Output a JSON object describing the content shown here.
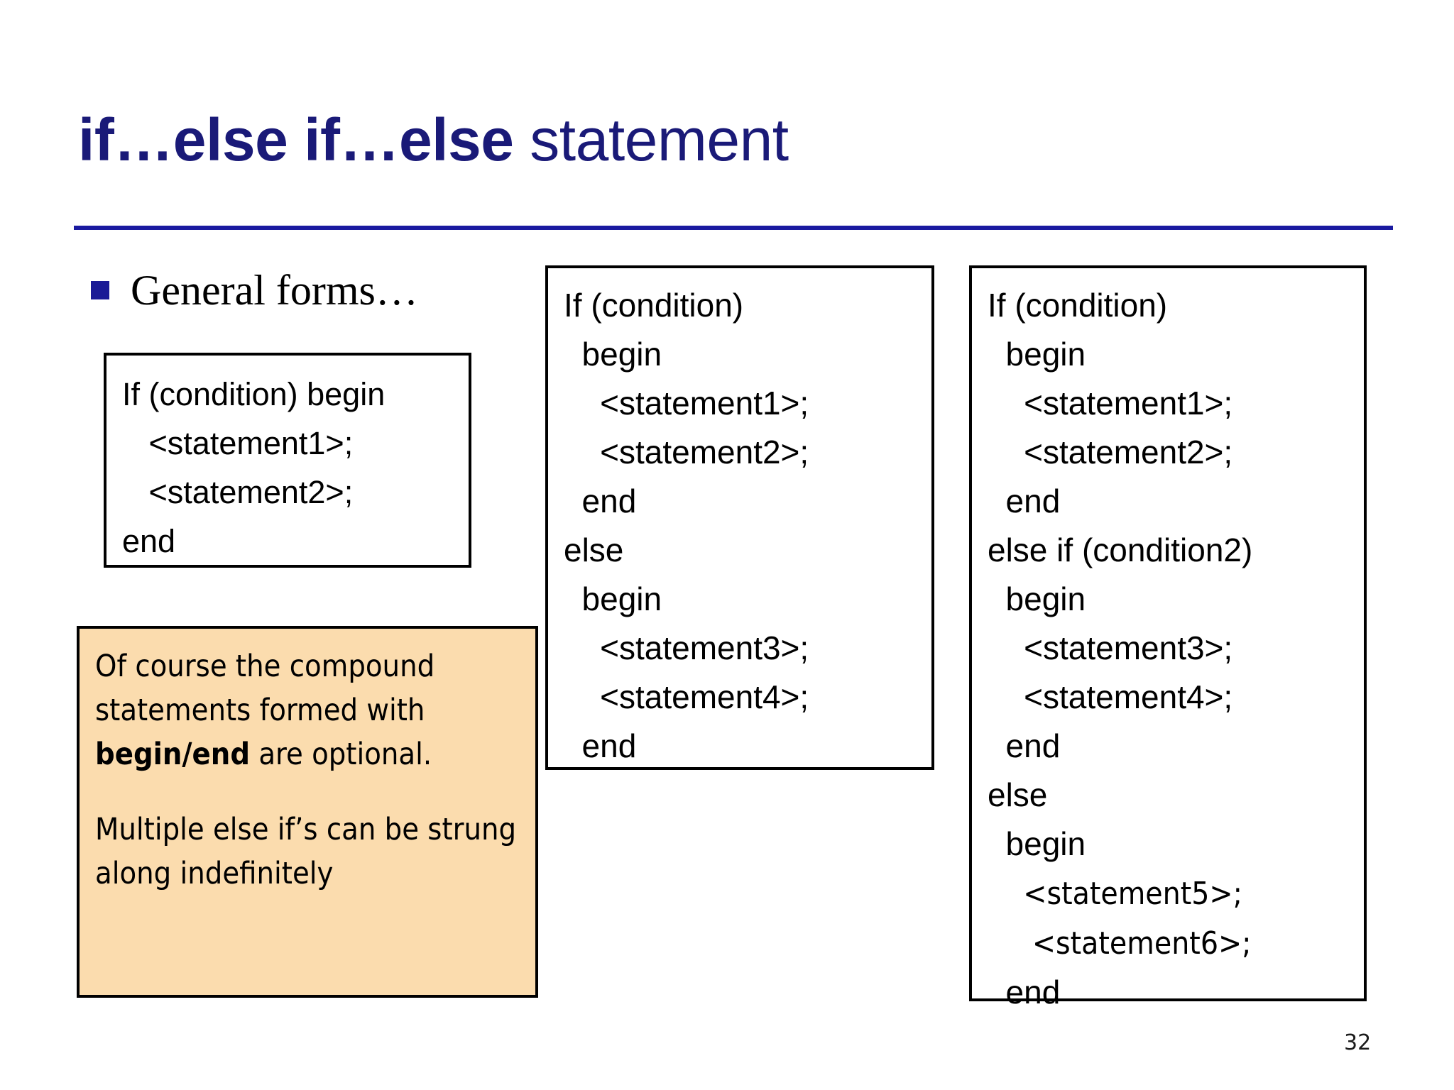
{
  "slide": {
    "title": {
      "keyword_part": "if…else if…else",
      "plain_part": " statement",
      "color": "#1a1a78"
    },
    "rule_color": "#1a1aa0",
    "bullet": {
      "marker_color": "#1a1a96",
      "text": "General forms…"
    },
    "page_number": "32",
    "boxes": [
      {
        "name": "if-begin-end-box",
        "border_color": "#000000",
        "background": "#ffffff",
        "lines": [
          "If (condition) begin",
          "   <statement1>;",
          "   <statement2>;",
          "end"
        ]
      },
      {
        "name": "if-else-box",
        "border_color": "#000000",
        "background": "#ffffff",
        "lines": [
          "If (condition)",
          "  begin",
          "    <statement1>;",
          "    <statement2>;",
          "  end",
          "else",
          "  begin",
          "    <statement3>;",
          "    <statement4>;",
          "  end"
        ]
      },
      {
        "name": "if-elseif-else-box",
        "border_color": "#000000",
        "background": "#ffffff",
        "lines": [
          "If (condition)",
          "  begin",
          "    <statement1>;",
          "    <statement2>;",
          "  end",
          "else if (condition2)",
          "  begin",
          "    <statement3>;",
          "    <statement4>;",
          "  end",
          "else",
          "  begin",
          "    <statement5>;",
          "     <statement6>;",
          "  end"
        ]
      }
    ],
    "note": {
      "name": "note-box",
      "background": "#fbdcae",
      "border_color": "#000000",
      "paragraph1_pre": "Of course the compound statements formed with ",
      "paragraph1_bold": "begin/end",
      "paragraph1_post": " are optional.",
      "paragraph2": "Multiple else if’s can be strung along indefinitely"
    }
  }
}
